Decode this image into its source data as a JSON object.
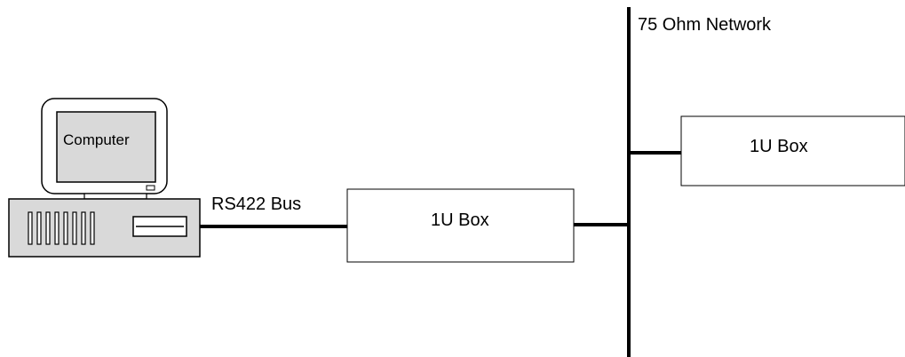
{
  "computer": {
    "label": "Computer"
  },
  "bus": {
    "label": "RS422 Bus"
  },
  "network": {
    "label": "75 Ohm Network"
  },
  "boxes": [
    {
      "label": "1U Box"
    },
    {
      "label": "1U Box"
    }
  ],
  "colors": {
    "line": "#000000",
    "monitor_bezel": "#ffffff",
    "screen_fill": "#d9d9d9",
    "tower_fill": "#d9d9d9",
    "box_fill": "#ffffff"
  }
}
